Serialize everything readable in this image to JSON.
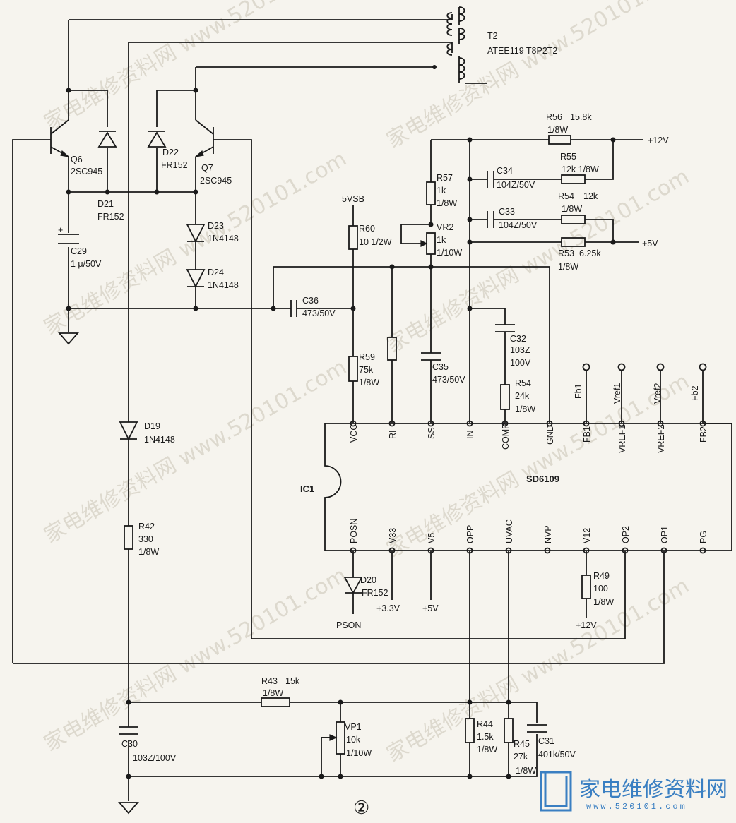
{
  "watermark": {
    "text": "家电维修资料网 www.520101.com",
    "color": "#c9c3b5"
  },
  "logo": {
    "name": "家电维修资料网",
    "url": "www.520101.com",
    "color": "#3a7fc2"
  },
  "page_marker": "②",
  "ic": {
    "ref": "IC1",
    "part": "SD6109",
    "top_pins": [
      "VCC",
      "RI",
      "SS",
      "IN",
      "COMP",
      "GND",
      "FB1",
      "VREF1",
      "VREF2",
      "FB2"
    ],
    "bottom_pins": [
      "POSN",
      "V33",
      "V5",
      "OPP",
      "UVAC",
      "NVP",
      "V12",
      "OP2",
      "OP1",
      "PG"
    ]
  },
  "terminals": {
    "fb1": "Fb1",
    "vref1": "Vref1",
    "vref2": "Vref2",
    "fb2": "Fb2",
    "v5vsb": "5VSB",
    "p12v_top": "+12V",
    "p5v": "+5V",
    "p33v": "+3.3V",
    "p5v_bottom": "+5V",
    "p12v_bottom": "+12V",
    "pson": "PSON"
  },
  "transformer": {
    "ref": "T2",
    "part": "ATEE119 T8P2T2"
  },
  "components": {
    "q6": {
      "ref": "Q6",
      "part": "2SC945"
    },
    "q7": {
      "ref": "Q7",
      "part": "2SC945"
    },
    "d21": {
      "ref": "D21",
      "part": "FR152"
    },
    "d22": {
      "ref": "D22",
      "part": "FR152"
    },
    "d23": {
      "ref": "D23",
      "part": "1N4148"
    },
    "d24": {
      "ref": "D24",
      "part": "1N4148"
    },
    "c29": {
      "ref": "C29",
      "part": "1 μ/50V"
    },
    "c36": {
      "ref": "C36",
      "part": "473/50V"
    },
    "r60": {
      "ref": "R60",
      "part": "10 1/2W"
    },
    "r59": {
      "ref": "R59",
      "v1": "75k",
      "v2": "1/8W"
    },
    "r57": {
      "ref": "R57",
      "v1": "1k",
      "v2": "1/8W"
    },
    "vr2": {
      "ref": "VR2",
      "v1": "1k",
      "v2": "1/10W"
    },
    "c35": {
      "ref": "C35",
      "part": "473/50V"
    },
    "r56": {
      "ref": "R56",
      "value": "15.8k",
      "power": "1/8W"
    },
    "r55": {
      "ref": "R55",
      "value": "12k 1/8W"
    },
    "c34": {
      "ref": "C34",
      "part": "104Z/50V"
    },
    "r54a": {
      "ref": "R54",
      "value": "12k",
      "power": "1/8W"
    },
    "c33": {
      "ref": "C33",
      "part": "104Z/50V"
    },
    "r53": {
      "ref": "R53",
      "value": "6.25k",
      "power": "1/8W"
    },
    "c32": {
      "ref": "C32",
      "v1": "103Z",
      "v2": "100V"
    },
    "r54b": {
      "ref": "R54",
      "v1": "24k",
      "v2": "1/8W"
    },
    "d19": {
      "ref": "D19",
      "part": "1N4148"
    },
    "r42": {
      "ref": "R42",
      "v1": "330",
      "v2": "1/8W"
    },
    "d20": {
      "ref": "D20",
      "part": "FR152"
    },
    "r49": {
      "ref": "R49",
      "v1": "100",
      "v2": "1/8W"
    },
    "r43": {
      "ref": "R43",
      "value": "15k",
      "power": "1/8W"
    },
    "c30": {
      "ref": "C30",
      "part": "103Z/100V"
    },
    "vp1": {
      "ref": "VP1",
      "v1": "10k",
      "v2": "1/10W"
    },
    "r44": {
      "ref": "R44",
      "v1": "1.5k",
      "v2": "1/8W"
    },
    "r45": {
      "ref": "R45",
      "v1": "27k",
      "v2": "1/8W"
    },
    "c31": {
      "ref": "C31",
      "part": "401k/50V"
    }
  }
}
